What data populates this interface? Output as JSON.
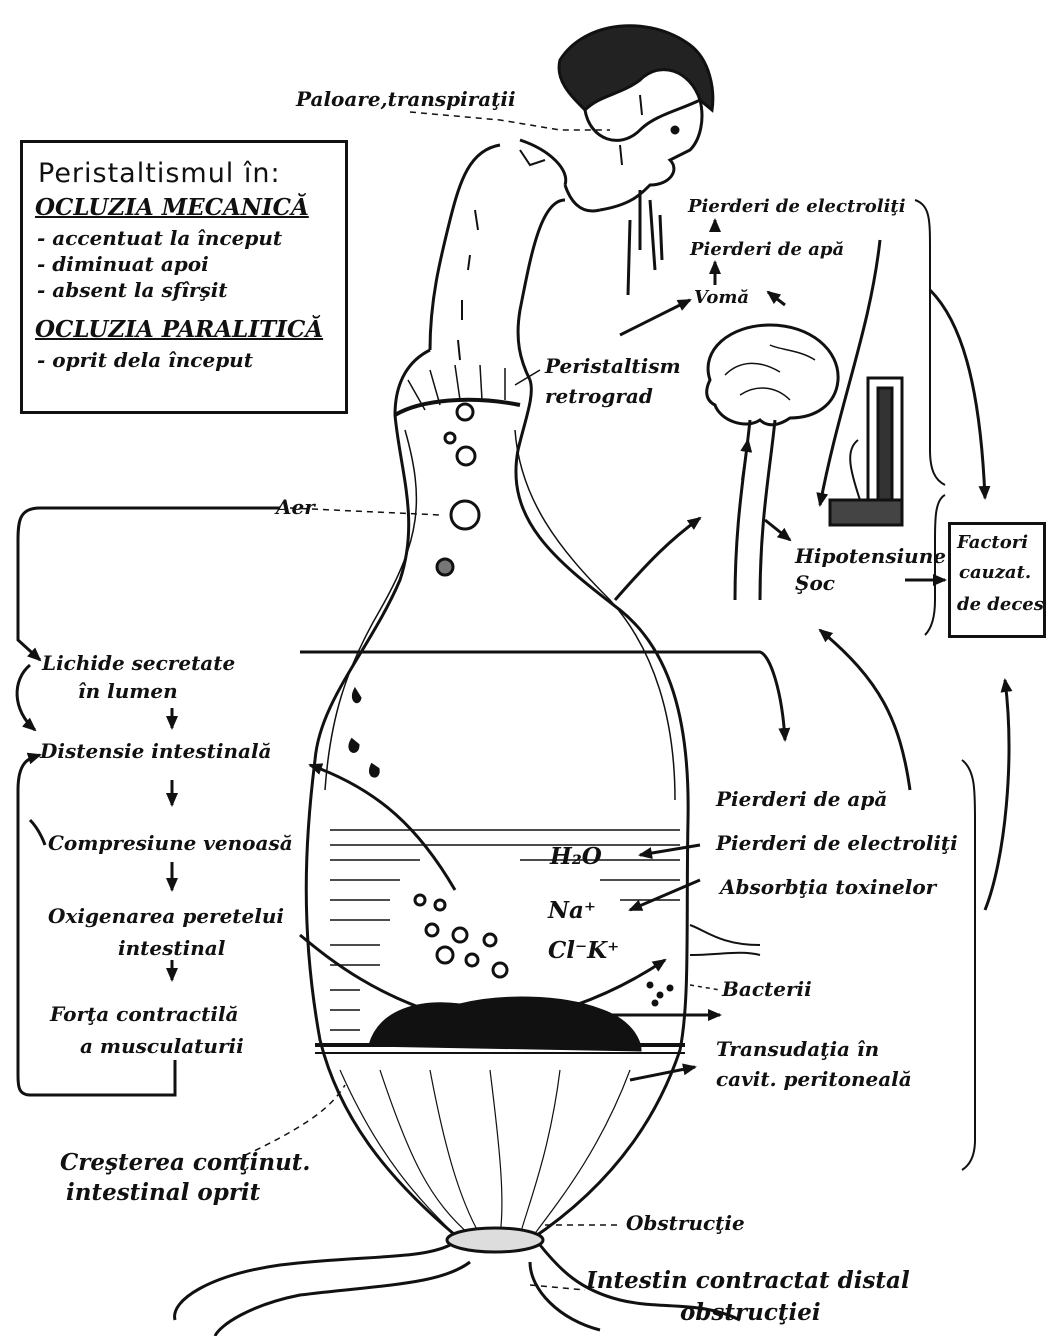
{
  "legend": {
    "title": "Peristaltismul în:",
    "mechanical_heading": "OCLUZIA MECANICĂ",
    "mechanical_items": [
      "- accentuat la început",
      "- diminuat apoi",
      "- absent la sfîrşit"
    ],
    "paralytic_heading": "OCLUZIA PARALITICĂ",
    "paralytic_items": [
      "- oprit dela început"
    ]
  },
  "top": {
    "pallor": "Paloare,transpiraţii",
    "electrolyte_loss": "Pierderi de electroliţi",
    "water_loss": "Pierderi de apă",
    "vomit": "Vomă",
    "retrograde": [
      "Peristaltism",
      "retrograd"
    ],
    "air": "Aer",
    "hypotension": [
      "Hipotensiune",
      "Şoc"
    ],
    "death_factors": [
      "Factori",
      "cauzat.",
      "de deces"
    ]
  },
  "cycle": {
    "secreted": [
      "Lichide secretate",
      "în lumen"
    ],
    "distension": "Distensie intestinală",
    "venous": "Compresiune venoasă",
    "oxygenation": [
      "Oxigenarea peretelui",
      "intestinal"
    ],
    "force": [
      "Forţa contractilă",
      "a musculaturii"
    ]
  },
  "right": {
    "water_loss": "Pierderi de apă",
    "electrolyte_loss": "Pierderi de electroliţi",
    "toxins": "Absorbţia toxinelor",
    "bacteria": "Bacterii",
    "transudation": [
      "Transudaţia în",
      "cavit. peritoneală"
    ]
  },
  "inside": {
    "h2o": "H₂O",
    "na": "Na⁺",
    "clk": "Cl⁻K⁺"
  },
  "bottom": {
    "content": [
      "Creşterea conţinut.",
      "intestinal oprit"
    ],
    "obstruction": "Obstrucţie",
    "distal": [
      "Intestin contractat distal",
      "obstrucţiei"
    ]
  }
}
